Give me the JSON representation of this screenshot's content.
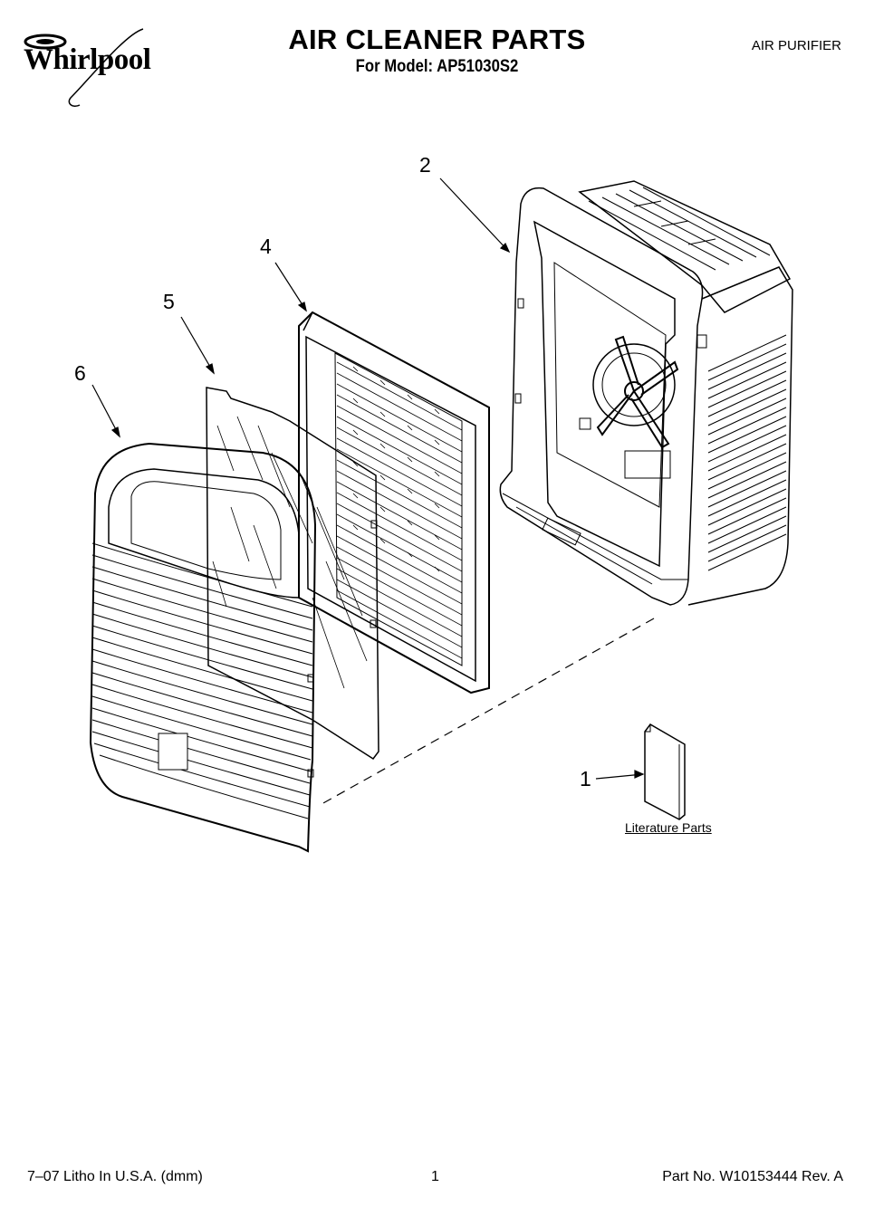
{
  "header": {
    "brand": "Whirlpool",
    "title": "AIR CLEANER PARTS",
    "subtitle": "For Model: AP51030S2",
    "category": "AIR PURIFIER"
  },
  "callouts": [
    {
      "id": "1",
      "label": "1"
    },
    {
      "id": "2",
      "label": "2"
    },
    {
      "id": "4",
      "label": "4"
    },
    {
      "id": "5",
      "label": "5"
    },
    {
      "id": "6",
      "label": "6"
    }
  ],
  "literature_label": "Literature Parts",
  "footer": {
    "left": "7–07 Litho In U.S.A. (dmm)",
    "center": "1",
    "right": "Part No. W10153444 Rev. A"
  }
}
